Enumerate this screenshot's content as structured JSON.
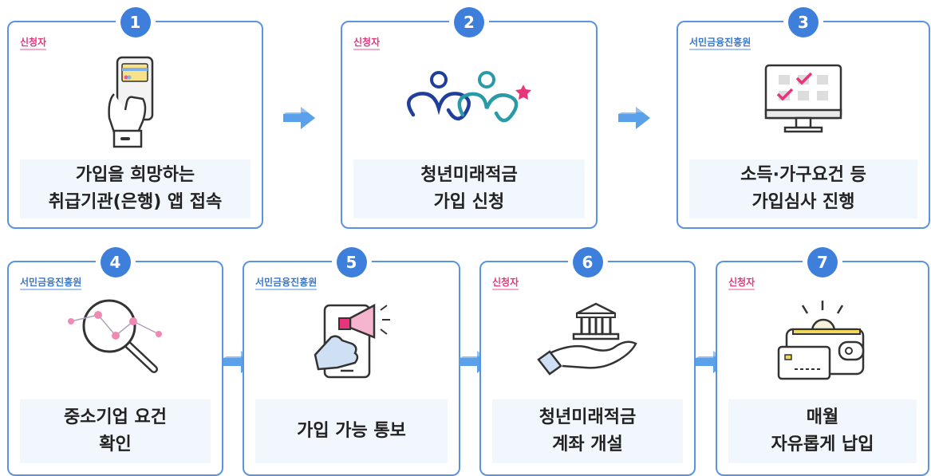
{
  "steps": [
    {
      "num": "1",
      "actor": "신청자",
      "line1": "가입을 희망하는",
      "line2": "취급기관(은행) 앱 접속"
    },
    {
      "num": "2",
      "actor": "신청자",
      "line1": "청년미래적금",
      "line2": "가입 신청"
    },
    {
      "num": "3",
      "actor": "서민금융진흥원",
      "line1": "소득·가구요건 등",
      "line2": "가입심사 진행"
    },
    {
      "num": "4",
      "actor": "서민금융진흥원",
      "line1": "중소기업 요건",
      "line2": "확인"
    },
    {
      "num": "5",
      "actor": "서민금융진흥원",
      "line1": "가입 가능 통보",
      "line2": ""
    },
    {
      "num": "6",
      "actor": "신청자",
      "line1": "청년미래적금",
      "line2": "계좌 개설"
    },
    {
      "num": "7",
      "actor": "신청자",
      "line1": "매월",
      "line2": "자유롭게 납입"
    }
  ],
  "colors": {
    "border": "#5b93e0",
    "badge": "#3f7fdc",
    "applicant": "#e23a7e",
    "agency": "#3a78c8",
    "desc_bg": "#f1f7fd"
  }
}
